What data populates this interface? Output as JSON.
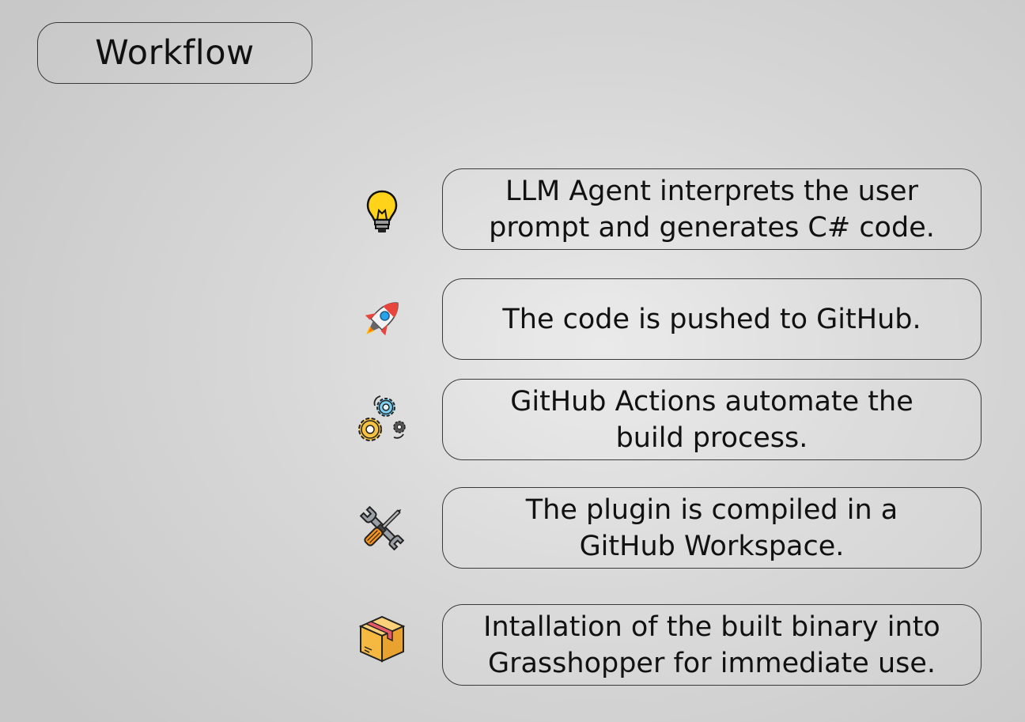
{
  "title": "Workflow",
  "steps": [
    {
      "icon": "lightbulb-icon",
      "lines": [
        "LLM Agent interprets the user",
        "prompt and generates C# code."
      ]
    },
    {
      "icon": "rocket-icon",
      "lines": [
        "The code is pushed to GitHub."
      ]
    },
    {
      "icon": "gears-icon",
      "lines": [
        "GitHub Actions automate the",
        "build process."
      ]
    },
    {
      "icon": "tools-icon",
      "lines": [
        "The plugin is compiled in a",
        "GitHub Workspace."
      ]
    },
    {
      "icon": "package-icon",
      "lines": [
        "Intallation of the built binary into",
        "Grasshopper for immediate use."
      ]
    }
  ]
}
